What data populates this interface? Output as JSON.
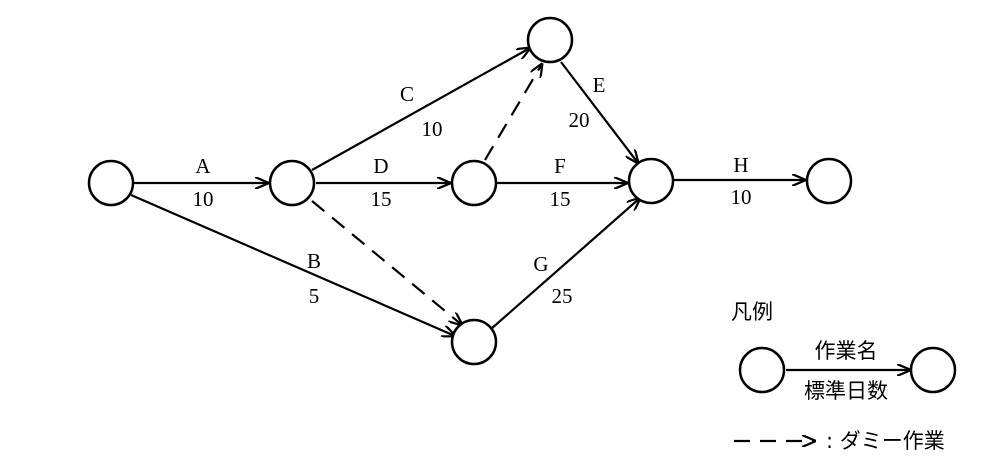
{
  "activities": [
    {
      "id": "A",
      "name": "A",
      "duration": "10",
      "dummy": false
    },
    {
      "id": "B",
      "name": "B",
      "duration": "5",
      "dummy": false
    },
    {
      "id": "C",
      "name": "C",
      "duration": "10",
      "dummy": false
    },
    {
      "id": "D",
      "name": "D",
      "duration": "15",
      "dummy": false
    },
    {
      "id": "E",
      "name": "E",
      "duration": "20",
      "dummy": false
    },
    {
      "id": "F",
      "name": "F",
      "duration": "15",
      "dummy": false
    },
    {
      "id": "G",
      "name": "G",
      "duration": "25",
      "dummy": false
    },
    {
      "id": "H",
      "name": "H",
      "duration": "10",
      "dummy": false
    },
    {
      "id": "dummy1",
      "dummy": true
    },
    {
      "id": "dummy2",
      "dummy": true
    }
  ],
  "legend": {
    "title": "凡例",
    "activity_name": "作業名",
    "standard_days": "標準日数",
    "dummy_label": ": ダミー作業"
  }
}
